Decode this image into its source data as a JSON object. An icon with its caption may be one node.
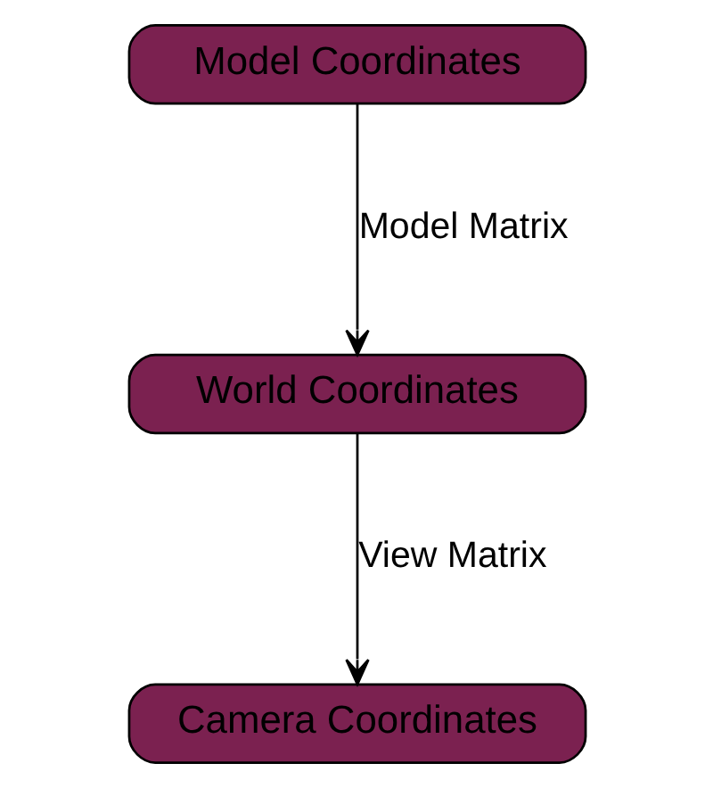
{
  "diagram": {
    "nodes": [
      {
        "text": [
          "Model Coordinates"
        ]
      },
      {
        "text": [
          "World Coordinates"
        ]
      },
      {
        "text": [
          "Camera Coordinates"
        ]
      }
    ],
    "edges": [
      {
        "from": 0,
        "to": 1,
        "arrow": "to",
        "label": "Model Matrix"
      },
      {
        "from": 1,
        "to": 2,
        "arrow": "to",
        "label": "View Matrix"
      }
    ]
  }
}
